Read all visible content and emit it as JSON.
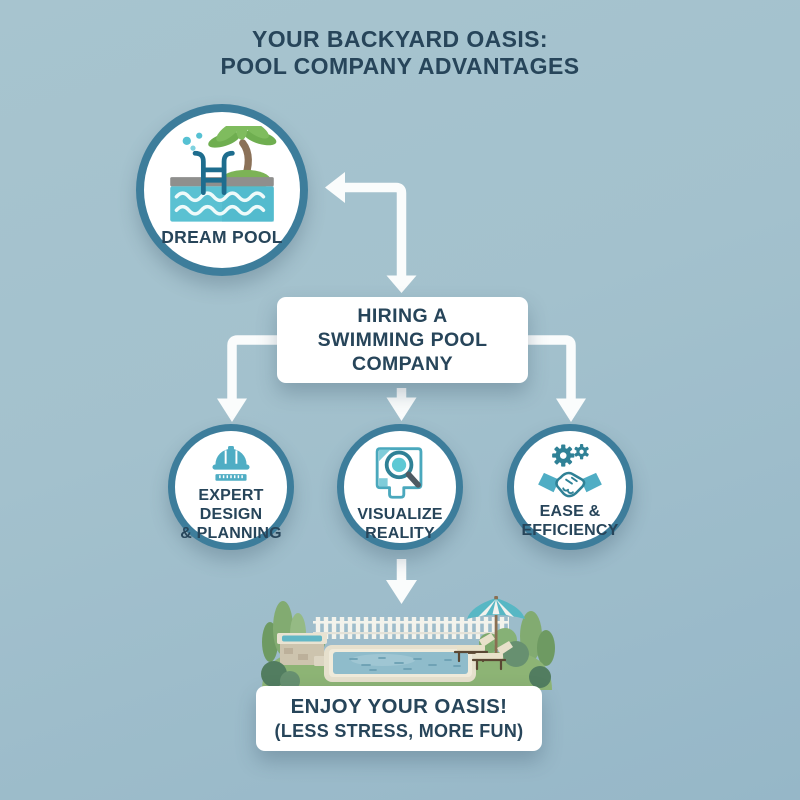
{
  "title": {
    "line1": "YOUR BACKYARD OASIS:",
    "line2": "POOL COMPANY ADVANTAGES"
  },
  "flow": {
    "dream_pool": {
      "label": "DREAM POOL",
      "icon": "pool-palm-island-icon"
    },
    "central": {
      "lines": [
        "HIRING A",
        "SWIMMING POOL",
        "COMPANY"
      ]
    },
    "benefits": [
      {
        "id": "expert-design",
        "icon": "hard-hat-ruler-icon",
        "lines": [
          "EXPERT DESIGN",
          "& PLANNING"
        ]
      },
      {
        "id": "visualize-reality",
        "icon": "blueprint-magnifier-icon",
        "lines": [
          "VISUALIZE",
          "REALITY"
        ]
      },
      {
        "id": "ease-efficiency",
        "icon": "handshake-gears-icon",
        "lines": [
          "EASE &",
          "EFFICIENCY"
        ]
      }
    ],
    "outcome": {
      "line1": "ENJOY YOUR OASIS!",
      "line2": "(LESS STRESS, MORE FUN)"
    },
    "illustration": {
      "name": "backyard-pool-scene",
      "elements": [
        "picket-fence",
        "swimming-pool",
        "hot-tub",
        "patio-umbrella",
        "lounge-chairs",
        "garden-trees-and-bushes"
      ]
    }
  },
  "colors": {
    "background_top": "#a7c4cf",
    "background_bottom": "#96b7c8",
    "node_border": "#3d7d9b",
    "node_fill": "#ffffff",
    "text_dark": "#27455a",
    "arrow": "#fafcfc",
    "icon_teal": "#4fadc4",
    "icon_teal_dark": "#2f8196"
  }
}
